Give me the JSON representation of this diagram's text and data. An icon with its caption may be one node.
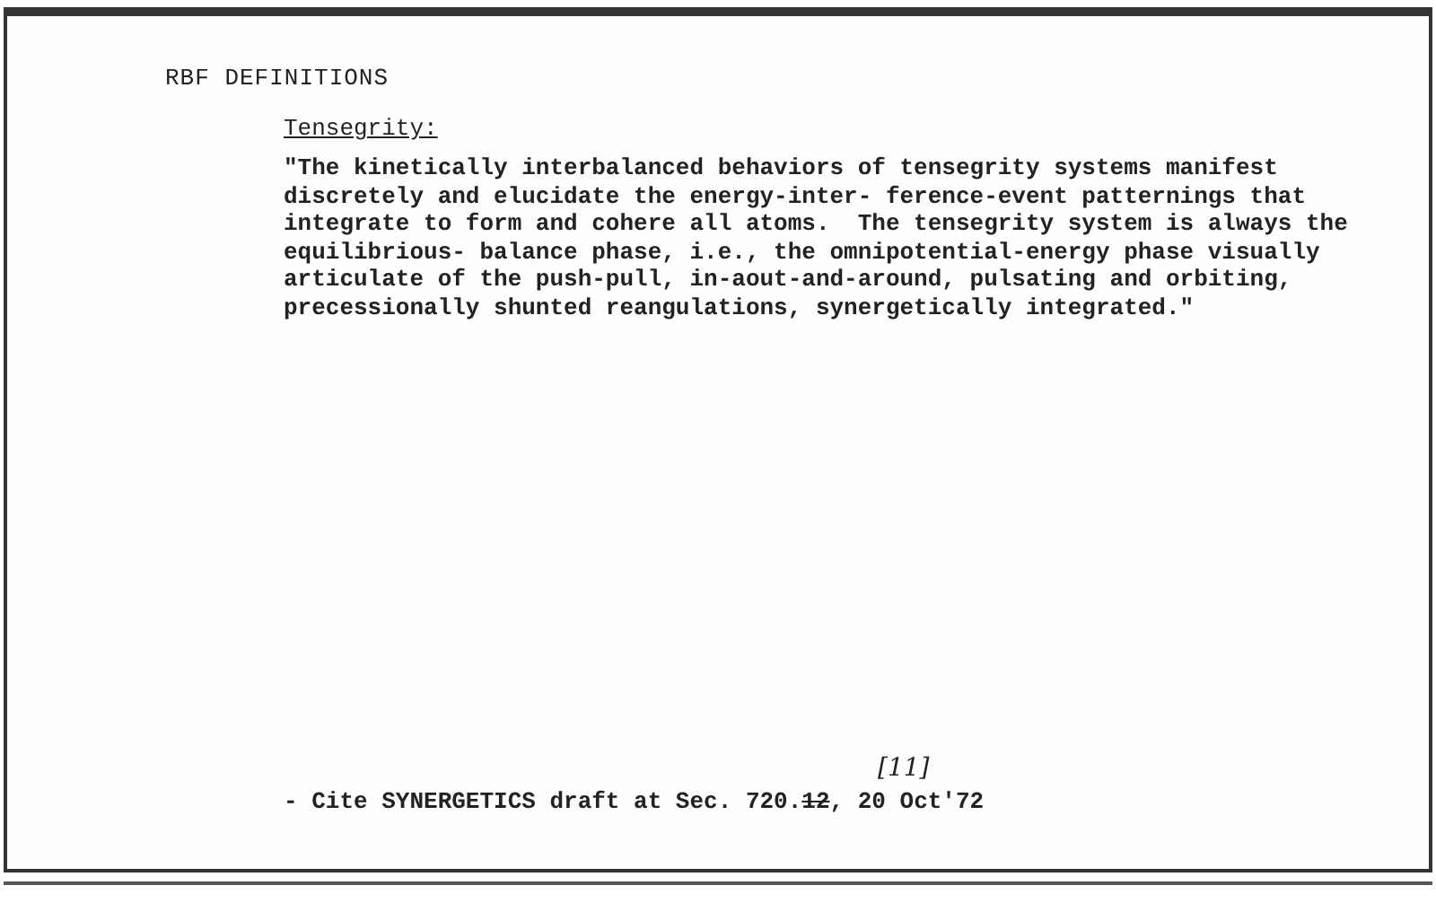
{
  "diagram": {
    "title": "RBF DEFINITIONS",
    "labels": [
      "Tensegrity:",
      "\"The kinetically interbalanced behaviors of tensegrity systems manifest discretely and elucidate the energy-inter- ference-event patternings that integrate to form and cohere all atoms.  The tensegrity system is always the equilibrious- balance phase, i.e., the omnipotential-energy phase visually articulate of the push-pull, in-aout-and-around, pulsating and orbiting, precessionally shunted reangulations, synergetically integrated.\"",
      "[11]",
      "- Cite SYNERGETICS draft at Sec. 720.",
      "12",
      ", 20 Oct'72"
    ]
  }
}
